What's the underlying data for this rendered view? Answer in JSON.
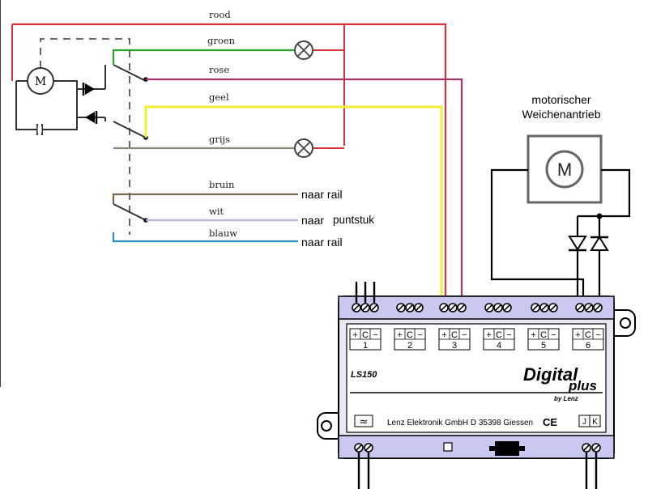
{
  "wires": {
    "rood": "rood",
    "groen": "groen",
    "rose": "rose",
    "geel": "geel",
    "grijs": "grijs",
    "bruin": "bruin",
    "wit": "wit",
    "blauw": "blauw"
  },
  "destinations": {
    "naar_rail_1": "naar rail",
    "naar_puntstuk_prefix": "naar",
    "naar_puntstuk_word": "puntstuk",
    "naar_rail_2": "naar rail"
  },
  "motor_caption": {
    "line1": "motorischer",
    "line2": "Weichenantrieb"
  },
  "motor_symbol": "M",
  "ls150": {
    "model": "LS150",
    "brand_word1": "Digital",
    "brand_word2": "plus",
    "brand_by": "by Lenz",
    "manufacturer": "Lenz Elektronik GmbH   D 35398 Giessen",
    "ce_mark": "CE",
    "jk_j": "J",
    "jk_k": "K",
    "ac_symbol": "≈",
    "outputs": [
      "1",
      "2",
      "3",
      "4",
      "5",
      "6"
    ],
    "terminal_label_plus": "+",
    "terminal_label_c": "C",
    "terminal_label_minus": "−"
  },
  "colors": {
    "rood": "#d8323c",
    "groen": "#2aa52a",
    "rose": "#a2336b",
    "geel": "#f5ec36",
    "grijs": "#8a8a7a",
    "bruin": "#7a6648",
    "wit": "#b6b6d6",
    "blauw": "#2a8fc0",
    "board": "#e8e8f2",
    "terminal_strip": "#c8c8f0"
  }
}
